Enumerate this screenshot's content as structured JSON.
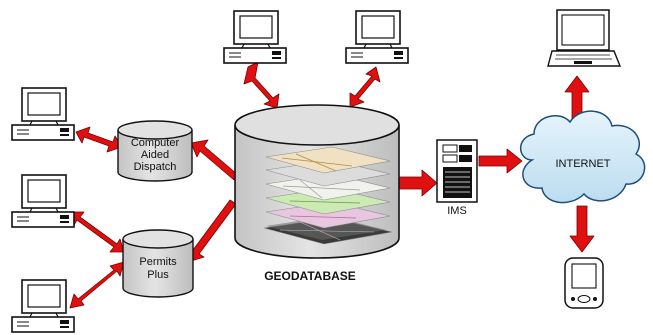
{
  "nodes": {
    "cad_db": {
      "line1": "Computer",
      "line2": "Aided",
      "line3": "Dispatch"
    },
    "permits_db": {
      "line1": "Permits",
      "line2": "Plus"
    },
    "geodatabase": {
      "label": "GEODATABASE"
    },
    "ims": {
      "label": "IMS"
    },
    "internet": {
      "label": "INTERNET"
    }
  },
  "colors": {
    "arrow": "#e01010",
    "arrow_stroke": "#7a0000",
    "cylinder_fill": "#d9d9d9",
    "cylinder_stroke": "#111111",
    "cloud_fill": "#cfe7f6",
    "cloud_stroke": "#1f4e79",
    "computer_stroke": "#111111"
  }
}
